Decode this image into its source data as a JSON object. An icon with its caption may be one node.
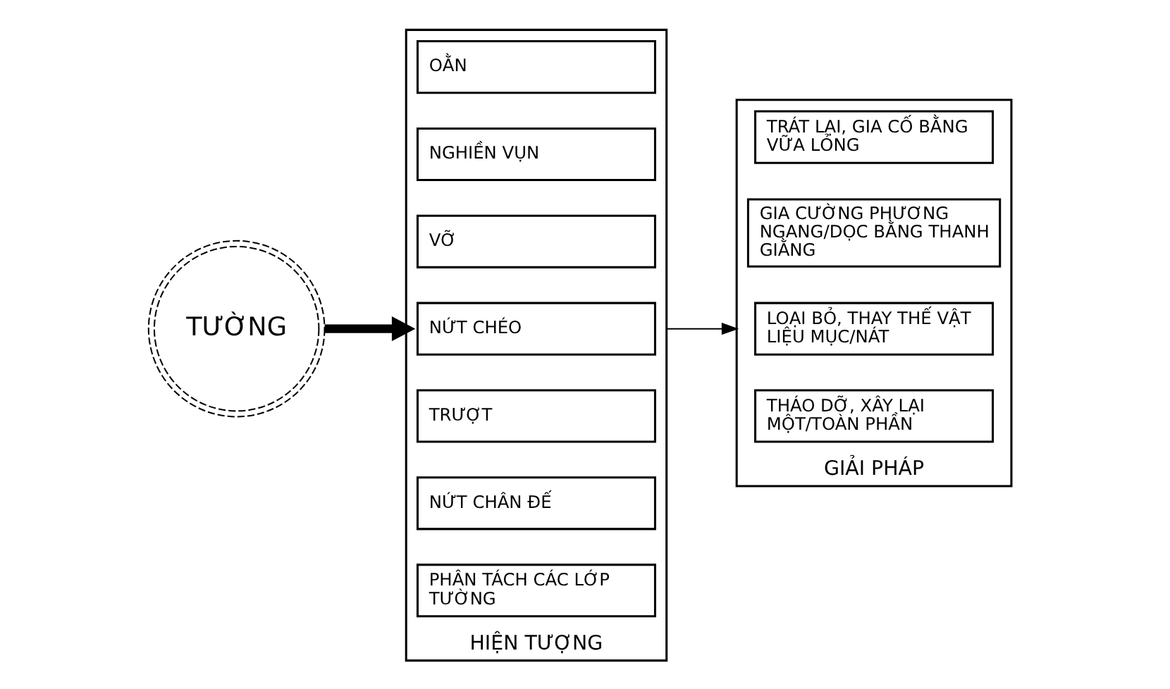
{
  "diagram": {
    "nodes": [
      {
        "text": [
          "TƯỜNG"
        ]
      },
      {
        "text": [
          "HIỆN TƯỢNG"
        ]
      },
      {
        "text": [
          "OẰN"
        ],
        "in": 1
      },
      {
        "text": [
          "NGHIỀN VỤN"
        ],
        "in": 1
      },
      {
        "text": [
          "VỠ"
        ],
        "in": 1
      },
      {
        "text": [
          "NỨT CHÉO"
        ],
        "in": 1
      },
      {
        "text": [
          "TRƯỢT"
        ],
        "in": 1
      },
      {
        "text": [
          "NỨT CHÂN ĐẾ"
        ],
        "in": 1
      },
      {
        "text": [
          "PHÂN TÁCH CÁC LỚP TƯỜNG"
        ],
        "in": 1
      },
      {
        "text": [
          "GIẢI PHÁP"
        ]
      },
      {
        "text": [
          "TRÁT LẠI, GIA CỐ BẰNG VỮA LỎNG"
        ],
        "in": 9
      },
      {
        "text": [
          "GIA CƯỜNG PHƯƠNG NGANG/DỌC BẰNG THANH GIẰNG"
        ],
        "in": 9
      },
      {
        "text": [
          "LOẠI BỎ, THAY THẾ VẬT LIỆU MỤC/NÁT"
        ],
        "in": 9
      },
      {
        "text": [
          "THÁO DỠ, XÂY LẠI MỘT/TOÀN PHẦN"
        ],
        "in": 9
      }
    ],
    "edges": [
      {
        "from": 0,
        "to": 1,
        "arrow": "to",
        "style": "thick"
      },
      {
        "from": 1,
        "to": 9,
        "arrow": "to"
      }
    ]
  }
}
